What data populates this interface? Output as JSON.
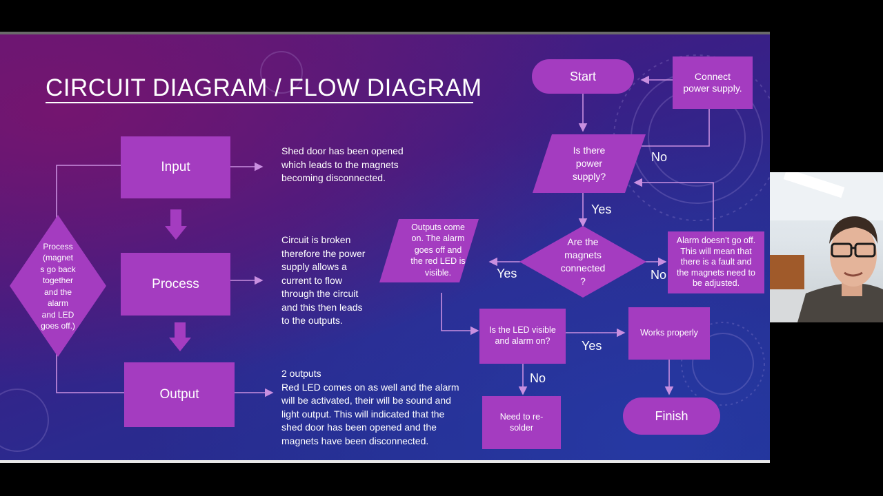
{
  "title": "CIRCUIT DIAGRAM / FLOW DIAGRAM",
  "left_flow": {
    "input_label": "Input",
    "process_label": "Process",
    "output_label": "Output",
    "feedback_diamond": "Process\n(magnet\ns go back\ntogether\nand the\nalarm\nand LED\ngoes off.)"
  },
  "descriptions": {
    "input": "Shed door has been opened\nwhich leads to the magnets\nbecoming disconnected.",
    "process": "Circuit is broken\ntherefore the power\nsupply allows a\ncurrent to flow\nthrough the circuit\nand this then leads\nto the outputs.",
    "output": "2 outputs\nRed LED comes on as well and the alarm\nwill be activated, their will be sound and\nlight output.  This will indicated that the\nshed door has been opened and the\nmagnets have been disconnected."
  },
  "right_flow": {
    "start": "Start",
    "connect_power": "Connect\npower supply.",
    "power_question": "Is there\npower\nsupply?",
    "magnets_question": "Are the\nmagnets\nconnected\n?",
    "outputs_on": "Outputs come\non. The alarm\ngoes off and\nthe red LED is\nvisible.",
    "alarm_fault": "Alarm doesn’t go off.\nThis will mean that\nthere is a fault and\nthe magnets need to\nbe adjusted.",
    "led_question": "Is the LED visible\nand alarm on?",
    "works_properly": "Works properly",
    "resolder": "Need to re-\nsolder",
    "finish": "Finish"
  },
  "edge_labels": {
    "no_power": "No",
    "yes_power": "Yes",
    "yes_magnets": "Yes",
    "no_magnets": "No",
    "yes_led": "Yes",
    "no_led": "No"
  },
  "colors": {
    "shape_fill": "#a43cc0",
    "connector": "#c98fe0",
    "text": "#ffffff"
  }
}
